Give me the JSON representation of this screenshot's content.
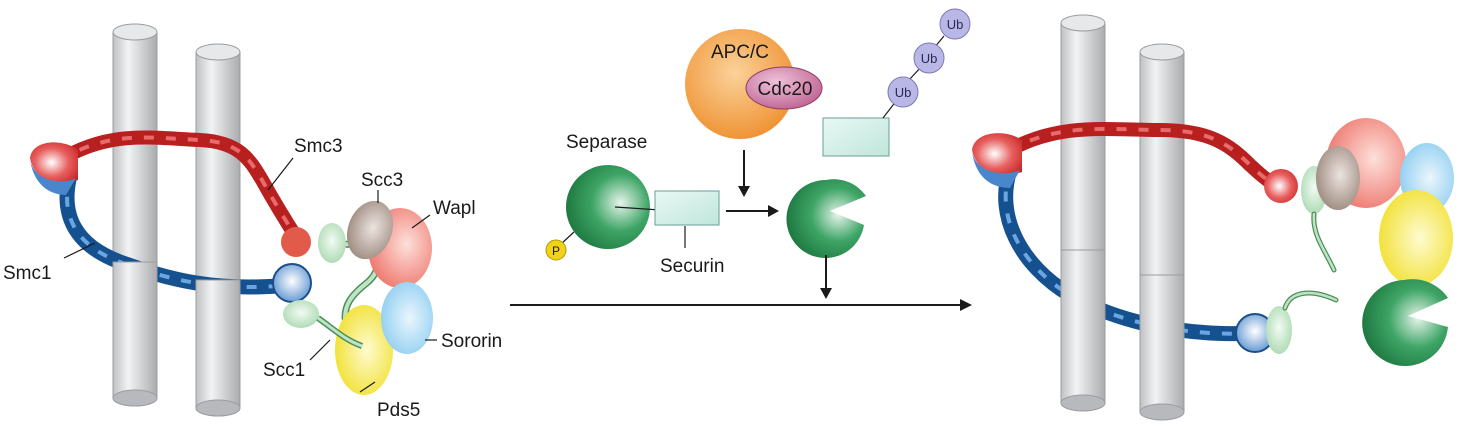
{
  "labels": {
    "smc3": "Smc3",
    "smc1": "Smc1",
    "scc3": "Scc3",
    "wapl": "Wapl",
    "sororin": "Sororin",
    "scc1": "Scc1",
    "pds5": "Pds5",
    "separase": "Separase",
    "securin": "Securin",
    "apcc": "APC/C",
    "cdc20": "Cdc20",
    "ub": [
      "Ub",
      "Ub",
      "Ub"
    ],
    "phospho": "P"
  },
  "colors": {
    "smc3_red": "#d42a2a",
    "smc1_blue": "#1f66b0",
    "dna_gray": "#d9dadc",
    "separase_green": "#1f8a45",
    "securin_teal": "#cfeee6",
    "apcc_orange": "#f39a35",
    "cdc20_pink": "#c96a9b",
    "ub_lavender": "#b9b7e6",
    "wapl_salmon": "#f07a70",
    "sororin_lightblue": "#9fd6f2",
    "pds5_yellow": "#f5e52a",
    "scc3_brown": "#a89387",
    "scc1_lightgreen": "#bfe3c4",
    "phospho_yellow": "#f1d21a"
  }
}
